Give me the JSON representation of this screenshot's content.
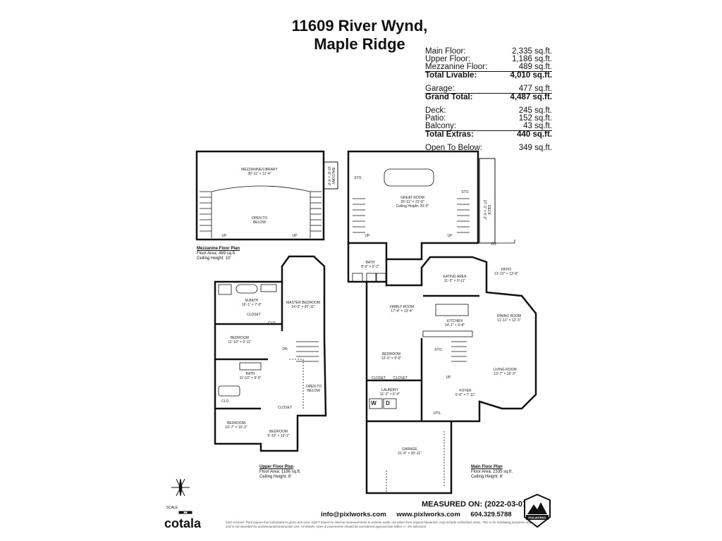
{
  "title": {
    "line1": "11609 River Wynd,",
    "line2": "Maple Ridge"
  },
  "areas": [
    {
      "label": "Main Floor:",
      "value": "2,335 sq.ft.",
      "total": false
    },
    {
      "label": "Upper Floor:",
      "value": "1,186 sq.ft.",
      "total": false
    },
    {
      "label": "Mezzanine Floor:",
      "value": "489 sq.ft.",
      "total": false
    },
    {
      "label": "Total Livable:",
      "value": "4,010 sq.ft.",
      "total": true
    },
    {
      "gap": true
    },
    {
      "label": "Garage:",
      "value": "477 sq.ft.",
      "total": false
    },
    {
      "label": "Grand Total:",
      "value": "4,487 sq.ft.",
      "total": true
    },
    {
      "gap": true
    },
    {
      "label": "Deck:",
      "value": "245 sq.ft.",
      "total": false
    },
    {
      "label": "Patio:",
      "value": "152 sq.ft.",
      "total": false
    },
    {
      "label": "Balcony:",
      "value": "43 sq.ft.",
      "total": false
    },
    {
      "label": "Total Extras:",
      "value": "440 sq.ft.",
      "total": true
    },
    {
      "gap": true
    },
    {
      "label": "Open To Below:",
      "value": "349 sq.ft.",
      "total": false
    }
  ],
  "rooms": {
    "mezz_library": {
      "name": "MEZZANINE/LIBRARY",
      "dim": "30'-11\" × 11'-4\""
    },
    "open_below_mezz": {
      "name": "OPEN TO",
      "dim": "BELOW"
    },
    "balcony": {
      "name": "BALCONY",
      "dim": "10'-8\" × 4'-0\""
    },
    "great_room": {
      "name": "GREAT ROOM",
      "dim": "26'-11\" × 22'-8\"",
      "extra": "Ceiling Height: 20'-0\""
    },
    "deck": {
      "name": "DECK",
      "dim": "27'-3\" × 6'-2\""
    },
    "sto1": {
      "name": "STO."
    },
    "sto2": {
      "name": "STO."
    },
    "bath_main": {
      "name": "BATH",
      "dim": "8'-9\" × 9'-2\""
    },
    "eating": {
      "name": "EATING AREA",
      "dim": "11'-2\" × 0'-11\""
    },
    "patio": {
      "name": "PATIO",
      "dim": "13'-10\" × 13'-8\""
    },
    "family": {
      "name": "FAMILY ROOM",
      "dim": "17'-4\" × 13'-4\""
    },
    "kitchen": {
      "name": "KITCHEN",
      "dim": "14'-1\" × 9'-8\""
    },
    "dining": {
      "name": "DINING ROOM",
      "dim": "11'-11\" × 12'-3\""
    },
    "bedroom_main": {
      "name": "BEDROOM",
      "dim": "12'-0\" × 9'-0\""
    },
    "sto3": {
      "name": "STO."
    },
    "living": {
      "name": "LIVING ROOM",
      "dim": "13'-7\" × 16'-3\""
    },
    "laundry": {
      "name": "LAUNDRY",
      "dim": "11'-2\" × 6'-4\""
    },
    "foyer": {
      "name": "FOYER",
      "dim": "6'-6\" × 7'-11\""
    },
    "closet_a": {
      "name": "CLOSET"
    },
    "closet_b": {
      "name": "CLOSET"
    },
    "util": {
      "name": "UTIL"
    },
    "garage": {
      "name": "GARAGE",
      "dim": "21'-0\" × 20'-11\""
    },
    "mbath": {
      "name": "M.BATH",
      "dim": "16'-1\" × 7'-0\""
    },
    "closet_up": {
      "name": "CLOSET"
    },
    "master": {
      "name": "MASTER BEDROOM",
      "dim": "14'-0\" × 20'-11\""
    },
    "bedroom_up1": {
      "name": "BEDROOM",
      "dim": "11'-10\" × 9'-11\""
    },
    "bath_up": {
      "name": "BATH",
      "dim": "11'-10\" × 6'-9\""
    },
    "open_below_up": {
      "name": "OPEN TO",
      "dim": "BELOW"
    },
    "bedroom_up2": {
      "name": "BEDROOM",
      "dim": "10'-7\" × 10'-3\""
    },
    "bedroom_up3": {
      "name": "BEDROOM",
      "dim": "9'-10\" × 10'-2\""
    },
    "clo1": {
      "name": "CLO."
    },
    "clo2": {
      "name": "CLO."
    },
    "closet_up2": {
      "name": "CLOSET"
    }
  },
  "captions": {
    "mezz": {
      "title": "Mezzanine Floor Plan",
      "area": "Floor Area: 489 sq.ft.",
      "ceiling": "Ceiling Height: 10'"
    },
    "upper": {
      "title": "Upper Floor Plan",
      "area": "Floor Area: 1186 sq.ft.",
      "ceiling": "Ceiling Height: 8'"
    },
    "main": {
      "title": "Main Floor Plan",
      "area": "Floor Area: 2335 sq.ft.",
      "ceiling": "Ceiling Height: 8'"
    }
  },
  "stair_labels": {
    "up": "UP",
    "dn": "DN"
  },
  "appliance_labels": {
    "w": "W",
    "d": "D"
  },
  "measured": "MEASURED ON: (2022-03-07)",
  "contact": {
    "email": "info@pixlworks.com",
    "web": "www.pixlworks.com",
    "phone": "604.329.5788"
  },
  "disclaimer": "E&O Insured. Total square foot calculated to gross unit area. SQFT based on internal measurements to exterior walls, not taken from original blueprints, may include unfinished areas. This is for marketing purposes only and is not intended for architectural/construction use. All details, sizes & placements should be considered approximate within +/- 3% tolerance.",
  "brand": {
    "name": "cotala",
    "badge": "PIXLWORKS",
    "scale": "SCALE"
  },
  "colors": {
    "wall": "#111111",
    "text": "#111111"
  }
}
